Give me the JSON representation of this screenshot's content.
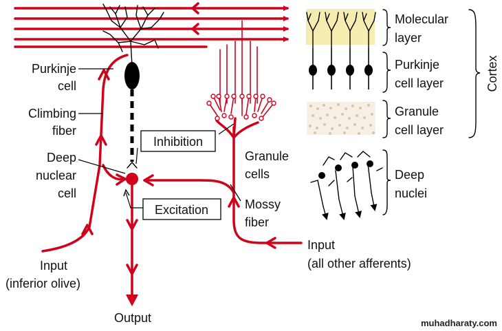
{
  "labels": {
    "purkinje_cell": [
      "Purkinje",
      "cell"
    ],
    "climbing_fiber": [
      "Climbing",
      "fiber"
    ],
    "deep_nuclear_cell": [
      "Deep",
      "nuclear",
      "cell"
    ],
    "inhibition": "Inhibition",
    "excitation": "Excitation",
    "granule_cells": [
      "Granule",
      "cells"
    ],
    "mossy_fiber": [
      "Mossy",
      "fiber"
    ],
    "input_left": [
      "Input",
      "(inferior olive)"
    ],
    "input_right": [
      "Input",
      "(all other afferents)"
    ],
    "output": "Output"
  },
  "legend": {
    "molecular_layer": [
      "Molecular",
      "layer"
    ],
    "purkinje_cell_layer": [
      "Purkinje",
      "cell layer"
    ],
    "granule_cell_layer": [
      "Granule",
      "cell layer"
    ],
    "deep_nuclei": [
      "Deep",
      "nuclei"
    ],
    "cortex": "Cortex"
  },
  "watermark": "muhadharaty.com",
  "colors": {
    "fiber_red": "#d0021b",
    "molecular_bg": "#f5ecb0",
    "granule_dots": "#d9c4a8",
    "neuron_black": "#000000"
  }
}
